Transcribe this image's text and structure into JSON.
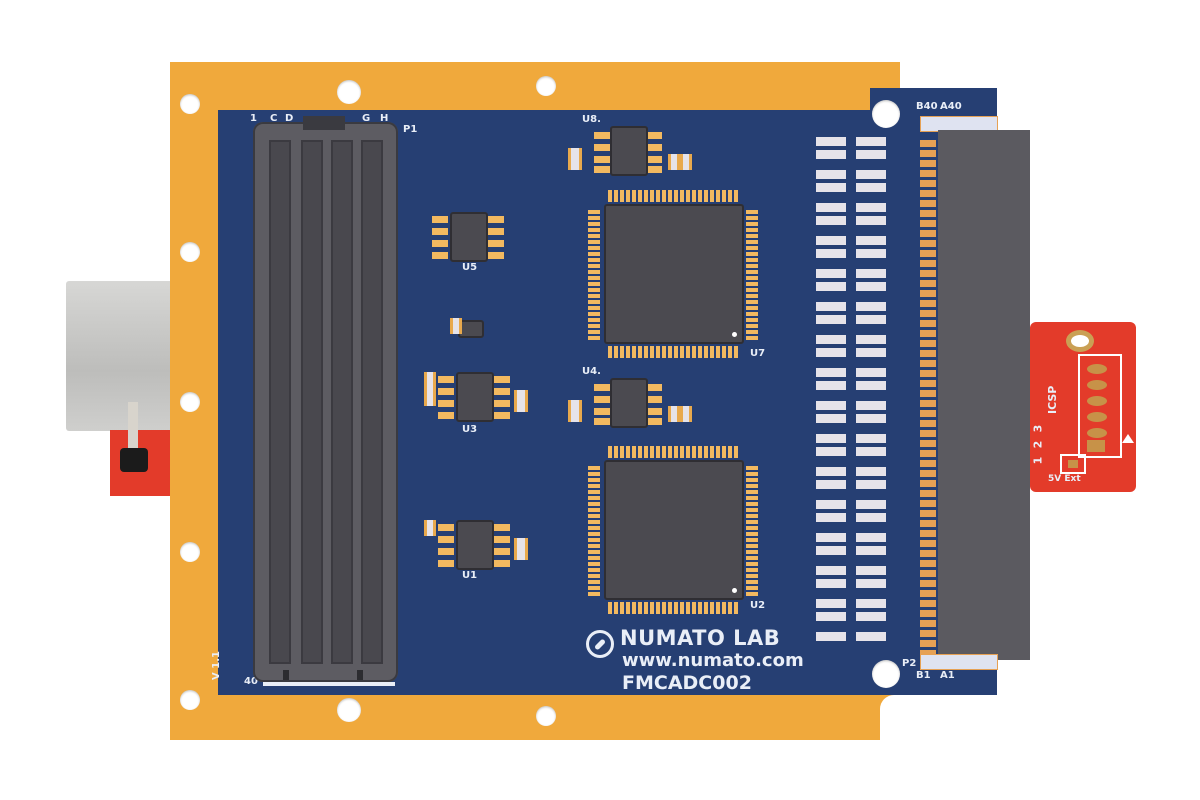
{
  "board": {
    "brand": "NUMATO LAB",
    "website": "www.numato.com",
    "model": "FMCADC002",
    "version": "V 1.1"
  },
  "connector_p1": {
    "ref": "P1",
    "column_labels": [
      "1",
      "C",
      "D",
      "G",
      "H"
    ],
    "bottom_label": "40"
  },
  "connector_p2": {
    "ref": "P2",
    "top_labels": [
      "B40",
      "A40"
    ],
    "bottom_labels": [
      "B1",
      "A1"
    ]
  },
  "chips": {
    "u1": "U1",
    "u2": "U2",
    "u3": "U3",
    "u4": "U4.",
    "u5": "U5",
    "u7": "U7",
    "u8": "U8."
  },
  "daughter_board": {
    "header_label": "ICSP",
    "pin_labels": [
      "1",
      "2",
      "3"
    ],
    "jumper_label": "5V Ext"
  },
  "colors": {
    "frame": "#f0a93c",
    "pcb": "#263f73",
    "silkscreen": "#e9eef7",
    "ic": "#4b4a50",
    "connector": "#5d5c62",
    "red_board": "#e33b2a"
  }
}
